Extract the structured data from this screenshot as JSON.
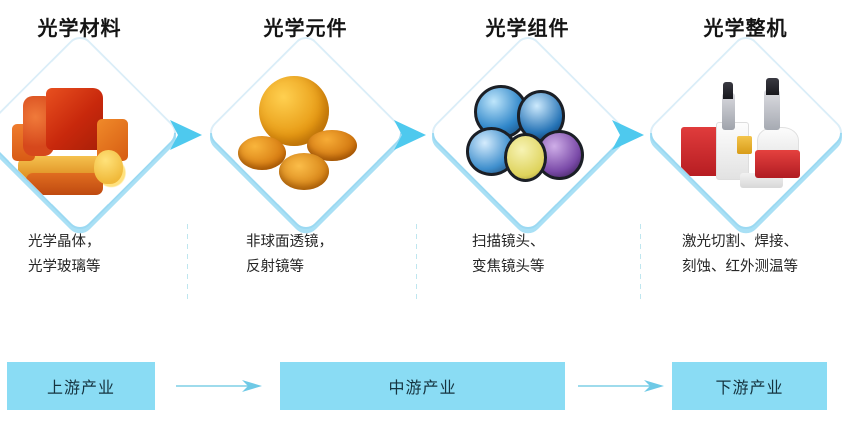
{
  "diagram": {
    "title_semantic": "optical-industry-chain",
    "accent_color": "#8adcf4",
    "frame_color": "#9bd9f2",
    "divider_color": "#bfe6ef",
    "title_text_color": "#141414"
  },
  "stages": [
    {
      "title": "光学材料",
      "image_name": "optical-crystal-blocks-photo",
      "description": "光学晶体，\n光学玻璃等"
    },
    {
      "title": "光学元件",
      "image_name": "aspheric-lens-discs-photo",
      "description": "非球面透镜，\n反射镜等"
    },
    {
      "title": "光学组件",
      "image_name": "coated-lens-assembly-photo",
      "description": "扫描镜头、\n变焦镜头等"
    },
    {
      "title": "光学整机",
      "image_name": "laser-machine-equipment-photo",
      "description": "激光切割、焊接、\n刻蚀、红外测温等"
    }
  ],
  "chevrons": [
    {
      "name": "stage-arrow-1"
    },
    {
      "name": "stage-arrow-2"
    },
    {
      "name": "stage-arrow-3"
    }
  ],
  "chain": {
    "bars": [
      {
        "label": "上游产业"
      },
      {
        "label": "中游产业"
      },
      {
        "label": "下游产业"
      }
    ],
    "arrows": [
      {
        "name": "chain-arrow-upstream-to-midstream"
      },
      {
        "name": "chain-arrow-midstream-to-downstream"
      }
    ]
  }
}
